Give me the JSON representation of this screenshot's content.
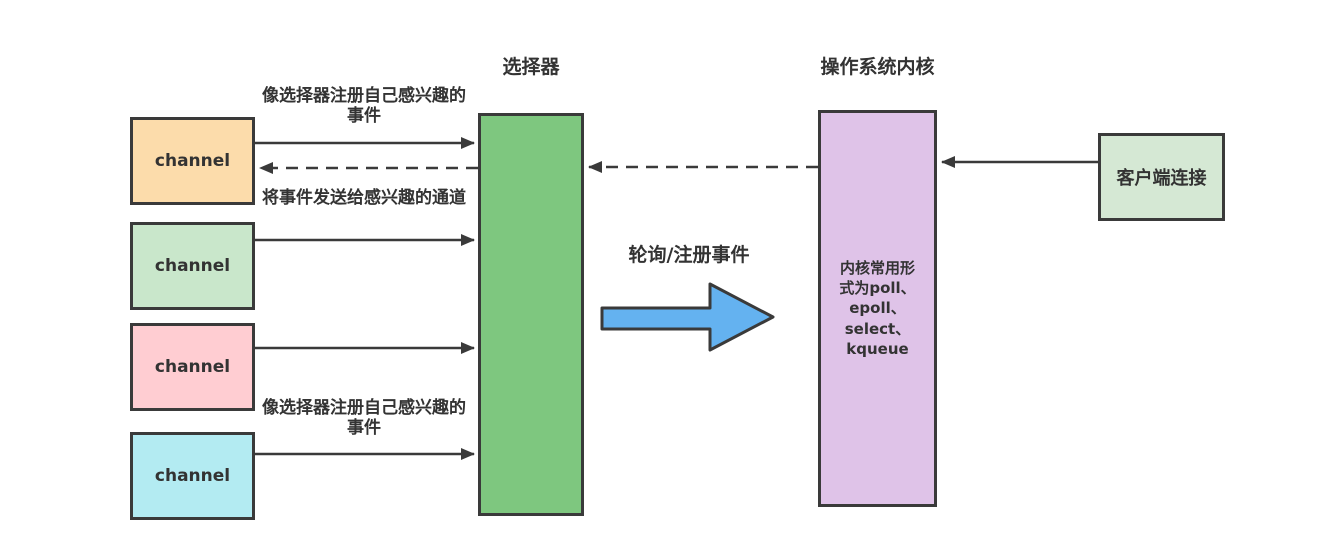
{
  "diagram": {
    "titles": {
      "selector": "选择器",
      "kernel": "操作系统内核"
    },
    "channels": [
      {
        "label": "channel",
        "color": "#fcdcab"
      },
      {
        "label": "channel",
        "color": "#c9e7cb"
      },
      {
        "label": "channel",
        "color": "#ffcdd2"
      },
      {
        "label": "channel",
        "color": "#b3ebf2"
      }
    ],
    "selector_box": {
      "color": "#7ec77f"
    },
    "kernel_box": {
      "color": "#dfc3e8",
      "text": "内核常用形式为poll、epoll、select、kqueue",
      "lines": [
        "内核常用形",
        "式为poll、",
        "epoll、",
        "select、",
        "kqueue"
      ]
    },
    "client_box": {
      "label": "客户端连接",
      "color": "#d5e8d4"
    },
    "labels": {
      "register_top": "像选择器注册自己感兴趣的事件",
      "send_to_channel": "将事件发送给感兴趣的通道",
      "register_bottom": "像选择器注册自己感兴趣的事件",
      "poll_register": "轮询/注册事件"
    },
    "colors": {
      "border": "#3a3a3a",
      "text": "#333333",
      "arrow": "#3a3a3a",
      "big_arrow_fill": "#64b2f0"
    }
  }
}
